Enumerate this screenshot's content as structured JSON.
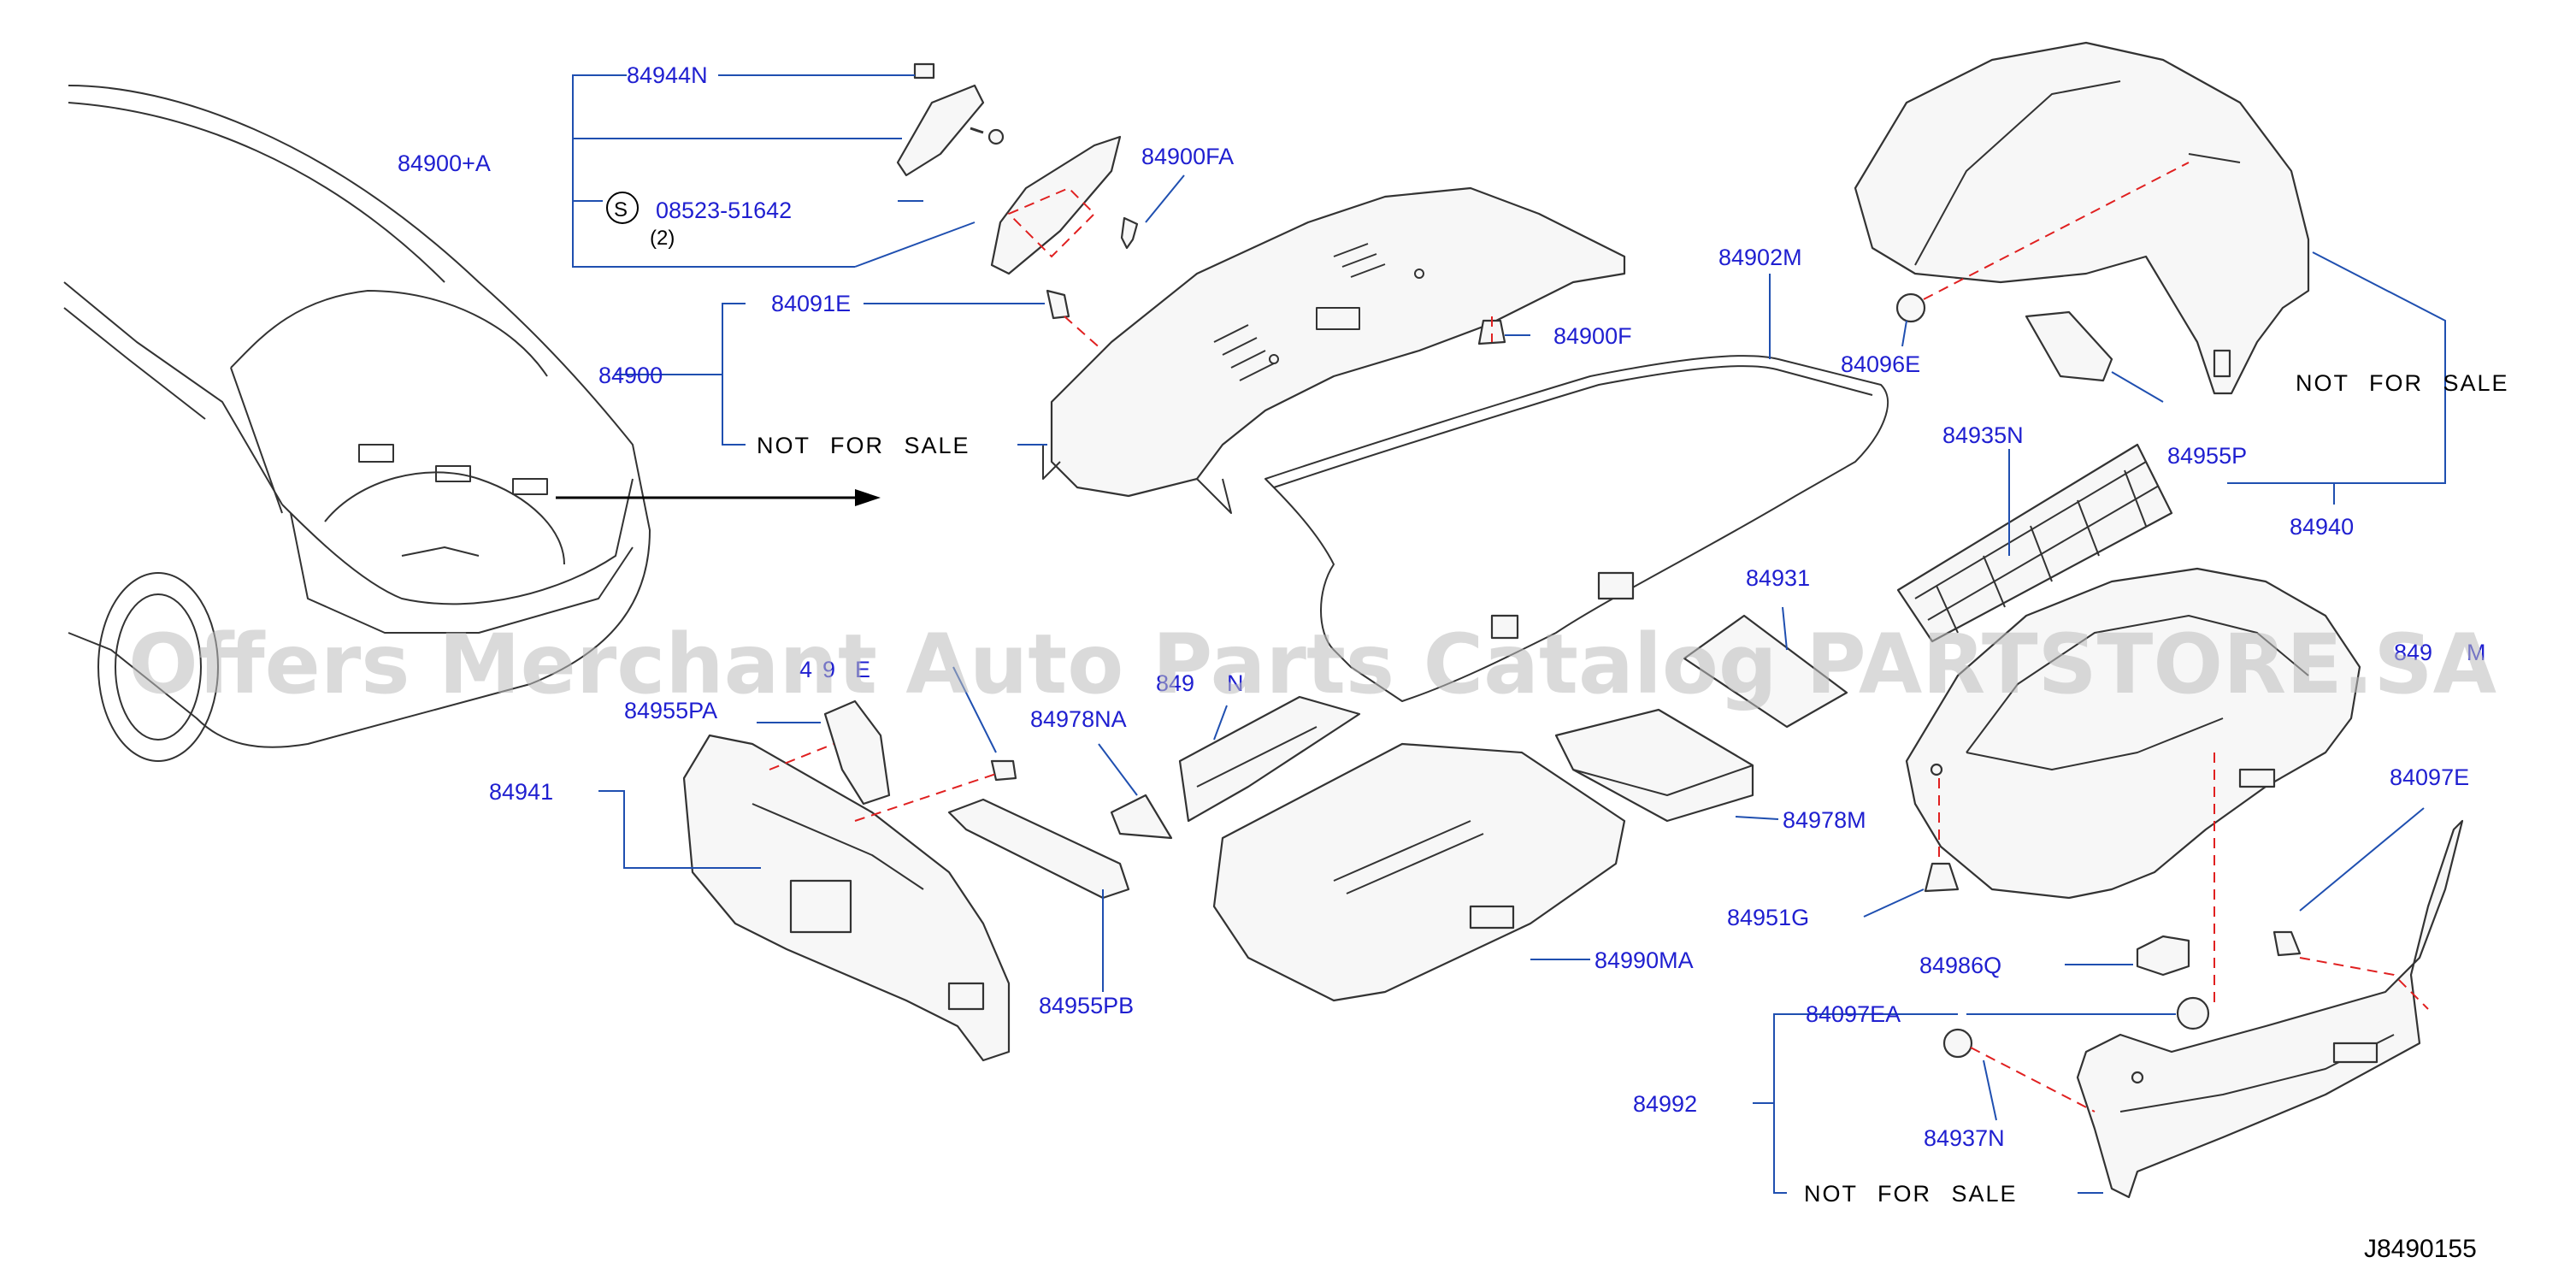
{
  "labels": {
    "p84944N": "84944N",
    "p84900A": "84900+A",
    "screw_code": "08523-51642",
    "screw_symbol": "S",
    "screw_qty": "(2)",
    "p84900FA": "84900FA",
    "p84091E": "84091E",
    "p84900": "84900",
    "p84900F": "84900F",
    "p84902M": "84902M",
    "p84096E": "84096E",
    "p84955P": "84955P",
    "p84940": "84940",
    "p84935N": "84935N",
    "p84931": "84931",
    "p84930M_partial": "849",
    "p84930M_partial2": "M",
    "p84955PA": "84955PA",
    "p84941": "84941",
    "p849xxE_partial": "4",
    "p849xxE_partial2": "9",
    "p849xxE_partial3": "E",
    "p849xxN_partial": "849",
    "p849xxN_partial2": "N",
    "p84978NA": "84978NA",
    "p84978M": "84978M",
    "p84097E": "84097E",
    "p84951G": "84951G",
    "p84986Q": "84986Q",
    "p84990MA": "84990MA",
    "p84955PB": "84955PB",
    "p84097EA": "84097EA",
    "p84992": "84992",
    "p84937N": "84937N",
    "diagram_code": "J8490155"
  },
  "not_for_sale": "NOT FOR SALE",
  "watermark": "Offers Merchant Auto Parts Catalog PARTSTORE.SA",
  "colors": {
    "label": "#1f1fd0",
    "leader": "#1f4fb0",
    "dashed_guide": "#e02020",
    "outline": "#333333",
    "watermark": "#bdbdbd"
  }
}
